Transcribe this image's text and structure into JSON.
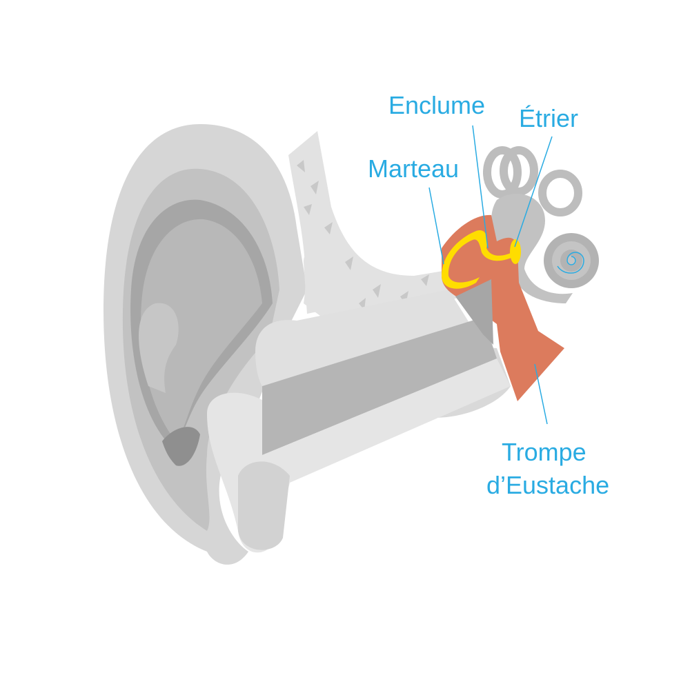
{
  "labels": {
    "enclume": "Enclume",
    "etrier": "Étrier",
    "marteau": "Marteau",
    "trompe_line1": "Trompe",
    "trompe_line2": "d’Eustache"
  },
  "colors": {
    "label": "#29abe2",
    "ossicle": "#ffdd00",
    "middle_ear": "#dc7b5d",
    "grey_light": "#e3e3e3",
    "grey_mid": "#c4c4c4",
    "grey_dark": "#a3a3a3"
  }
}
